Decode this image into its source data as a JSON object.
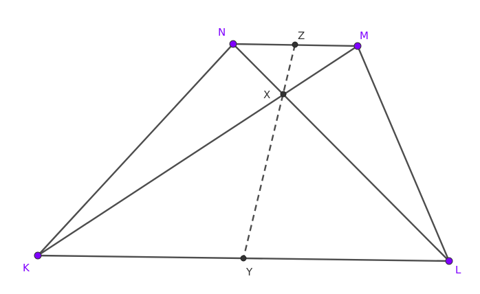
{
  "figure": {
    "colors": {
      "free_point": "#7f00ff",
      "dependent_point": "#333333",
      "segment": "#4d4d4d"
    },
    "points": {
      "N": "N",
      "Z": "Z",
      "M": "M",
      "X": "X",
      "K": "K",
      "Y": "Y",
      "L": "L"
    }
  }
}
